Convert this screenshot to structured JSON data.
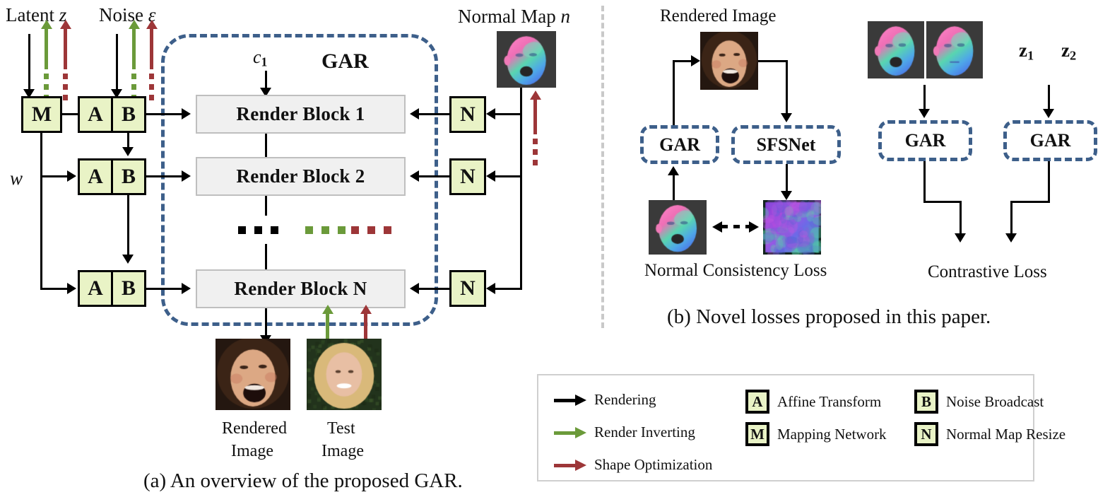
{
  "figure": {
    "panel_a_caption": "(a) An overview of the proposed GAR.",
    "panel_b_caption": "(b) Novel losses proposed in this paper."
  },
  "panel_a": {
    "inputs": {
      "latent_label": "Latent",
      "latent_symbol": "z",
      "noise_label": "Noise",
      "noise_symbol": "ε",
      "w_symbol": "w",
      "c1_symbol": "c",
      "c1_subscript": "1"
    },
    "container_label": "GAR",
    "normal_map": {
      "label": "Normal Map",
      "symbol": "n"
    },
    "render_blocks": [
      "Render Block 1",
      "Render Block 2",
      "Render Block N"
    ],
    "style_blocks": [
      {
        "a": "A",
        "b": "B"
      },
      {
        "a": "A",
        "b": "B"
      },
      {
        "a": "A",
        "b": "B"
      }
    ],
    "mapping_box": "M",
    "resize_boxes": [
      "N",
      "N",
      "N"
    ],
    "outputs": [
      {
        "line1": "Rendered",
        "line2": "Image"
      },
      {
        "line1": "Test",
        "line2": "Image"
      }
    ]
  },
  "panel_b": {
    "normal_consistency": {
      "top_label": "Rendered Image",
      "left_module": "GAR",
      "right_module": "SFSNet",
      "loss_label": "Normal Consistency Loss"
    },
    "contrastive": {
      "left_module": "GAR",
      "right_module": "GAR",
      "z1": "z",
      "z1_sub": "1",
      "z2": "z",
      "z2_sub": "2",
      "loss_label": "Contrastive Loss"
    }
  },
  "legend": {
    "arrows": [
      {
        "label": "Rendering",
        "color": "#000000"
      },
      {
        "label": "Render Inverting",
        "color": "#6b9a3a"
      },
      {
        "label": "Shape Optimization",
        "color": "#9d3638"
      }
    ],
    "boxes": [
      {
        "symbol": "A",
        "label": "Affine Transform"
      },
      {
        "symbol": "M",
        "label": "Mapping Network"
      },
      {
        "symbol": "B",
        "label": "Noise Broadcast"
      },
      {
        "symbol": "N",
        "label": "Normal Map Resize"
      }
    ]
  },
  "colors": {
    "box_fill": "#e9f3c6",
    "render_block_fill": "#f0f0f0",
    "dashed_border": "#3d5f8a",
    "arrow_black": "#000000",
    "arrow_green": "#6b9a3a",
    "arrow_red": "#9d3638"
  }
}
